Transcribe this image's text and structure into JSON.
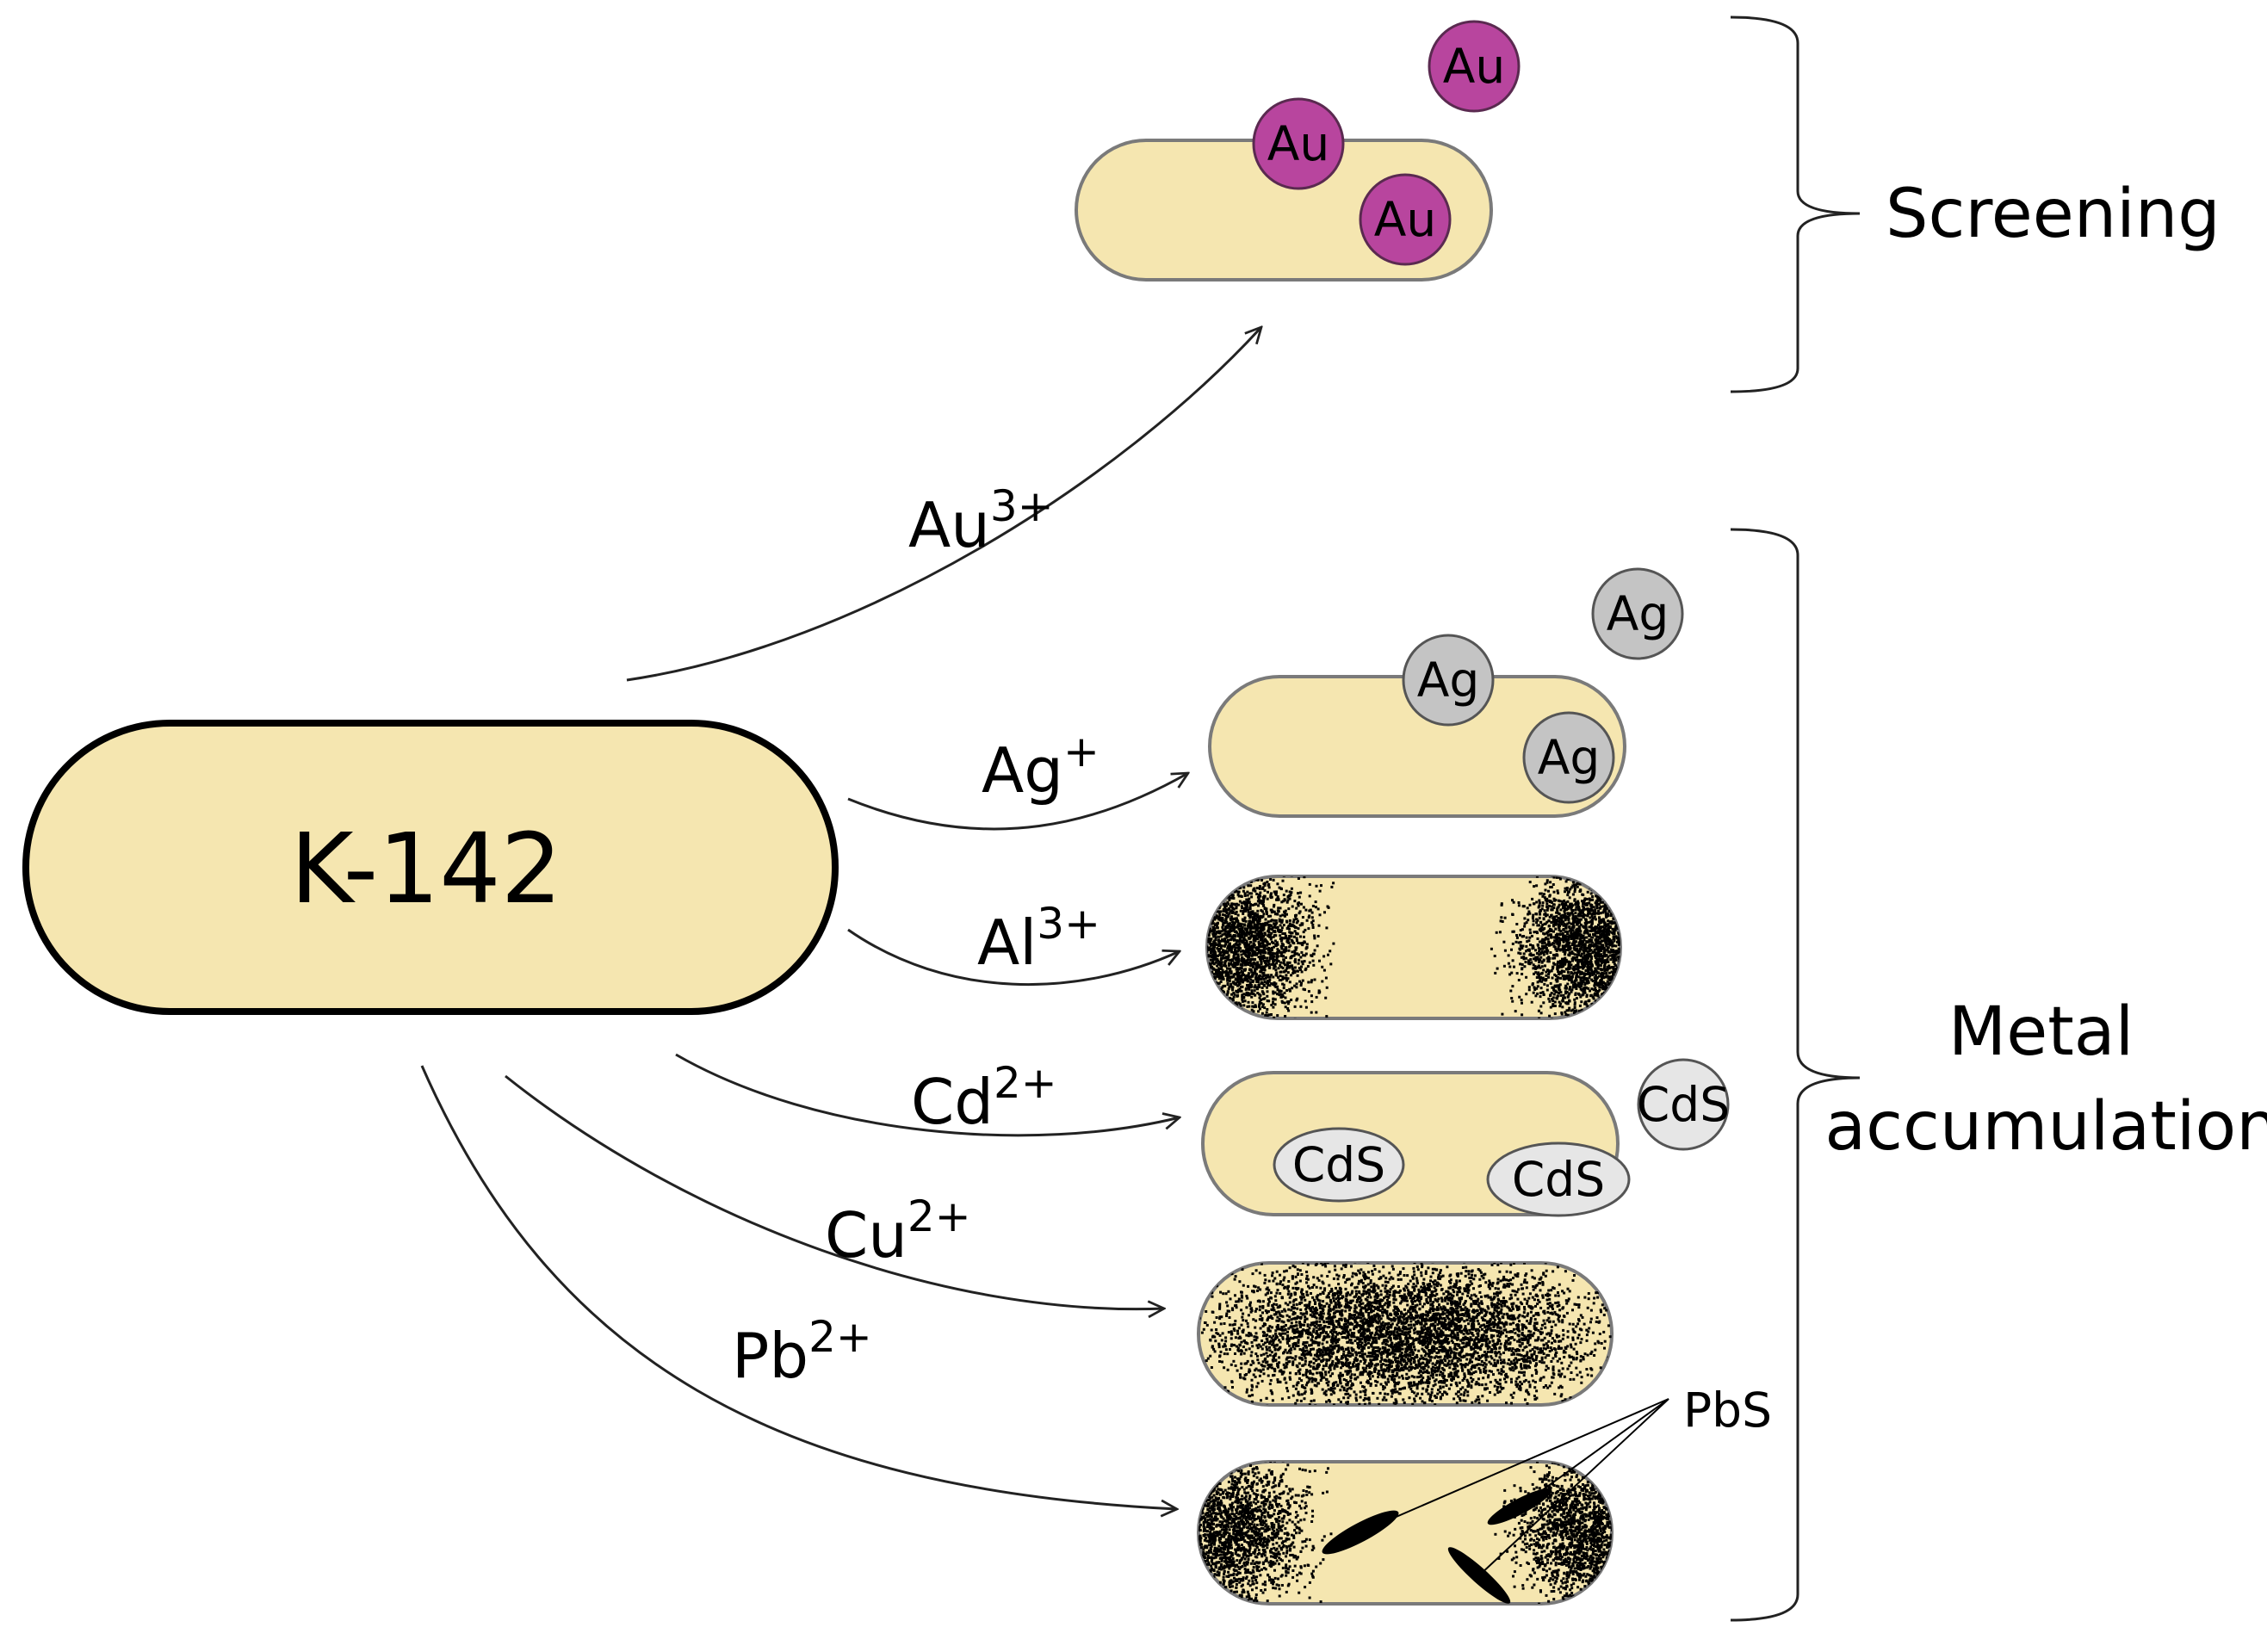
{
  "source_cell": {
    "label": "K-142"
  },
  "screening_label": "Screening",
  "accumulation_label": {
    "line1": "Metal",
    "line2": "accumulation"
  },
  "ions": {
    "au": {
      "base": "Au",
      "charge": "3+"
    },
    "ag": {
      "base": "Ag",
      "charge": "+"
    },
    "al": {
      "base": "Al",
      "charge": "3+"
    },
    "cd": {
      "base": "Cd",
      "charge": "2+"
    },
    "cu": {
      "base": "Cu",
      "charge": "2+"
    },
    "pb": {
      "base": "Pb",
      "charge": "2+"
    }
  },
  "particles": {
    "au": "Au",
    "ag": "Ag",
    "cds": "CdS",
    "pbs": "PbS"
  },
  "colors": {
    "cell_fill": "#F5E6B0",
    "cell_stroke": "#7A7A7A",
    "gold": "#B8459E",
    "silver": "#C4C4C4",
    "cds": "#E6E6E6",
    "precipitate": "#000000"
  }
}
